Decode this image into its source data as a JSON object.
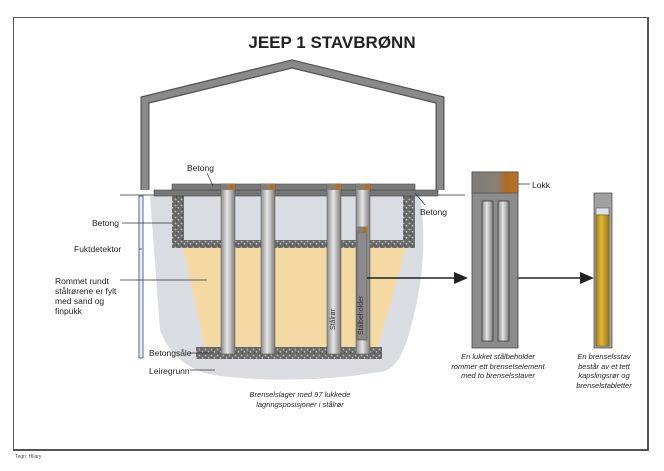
{
  "title": "JEEP 1 STAVBRØNN",
  "labels": {
    "betong_top": "Betong",
    "betong_right": "Betong",
    "betong_left": "Betong",
    "fuktdetektor": "Fuktdetektor",
    "rommet": [
      "Rommet rundt",
      "stålrørene er fylt",
      "med sand og",
      "finpukk"
    ],
    "betongsale": "Betongsåle",
    "leiregrunn": "Leiregrunn",
    "staalror": "Stålrør",
    "staalbeholder": "Stålbeholder",
    "lokk": "Lokk"
  },
  "captions": {
    "store": [
      "Brenselslager med 97 lukkede",
      "lagringsposisjoner i stålrør"
    ],
    "holder": [
      "En lukket stålbeholder",
      "rommer ett brenselselement",
      "med to brenselsstaver"
    ],
    "rod": [
      "En brenselsstav",
      "består av et tett",
      "kapslingsrør og",
      "brenselstabletter"
    ]
  },
  "credit": "Tegn: Hilary",
  "colors": {
    "wall": "#808080",
    "wall_dark": "#555555",
    "sand": "#f5d9a3",
    "ground": "#d9dce0",
    "lid_copper": "#b8742a",
    "fuel": "#c9a227",
    "gravel": "#5a5a5a"
  }
}
